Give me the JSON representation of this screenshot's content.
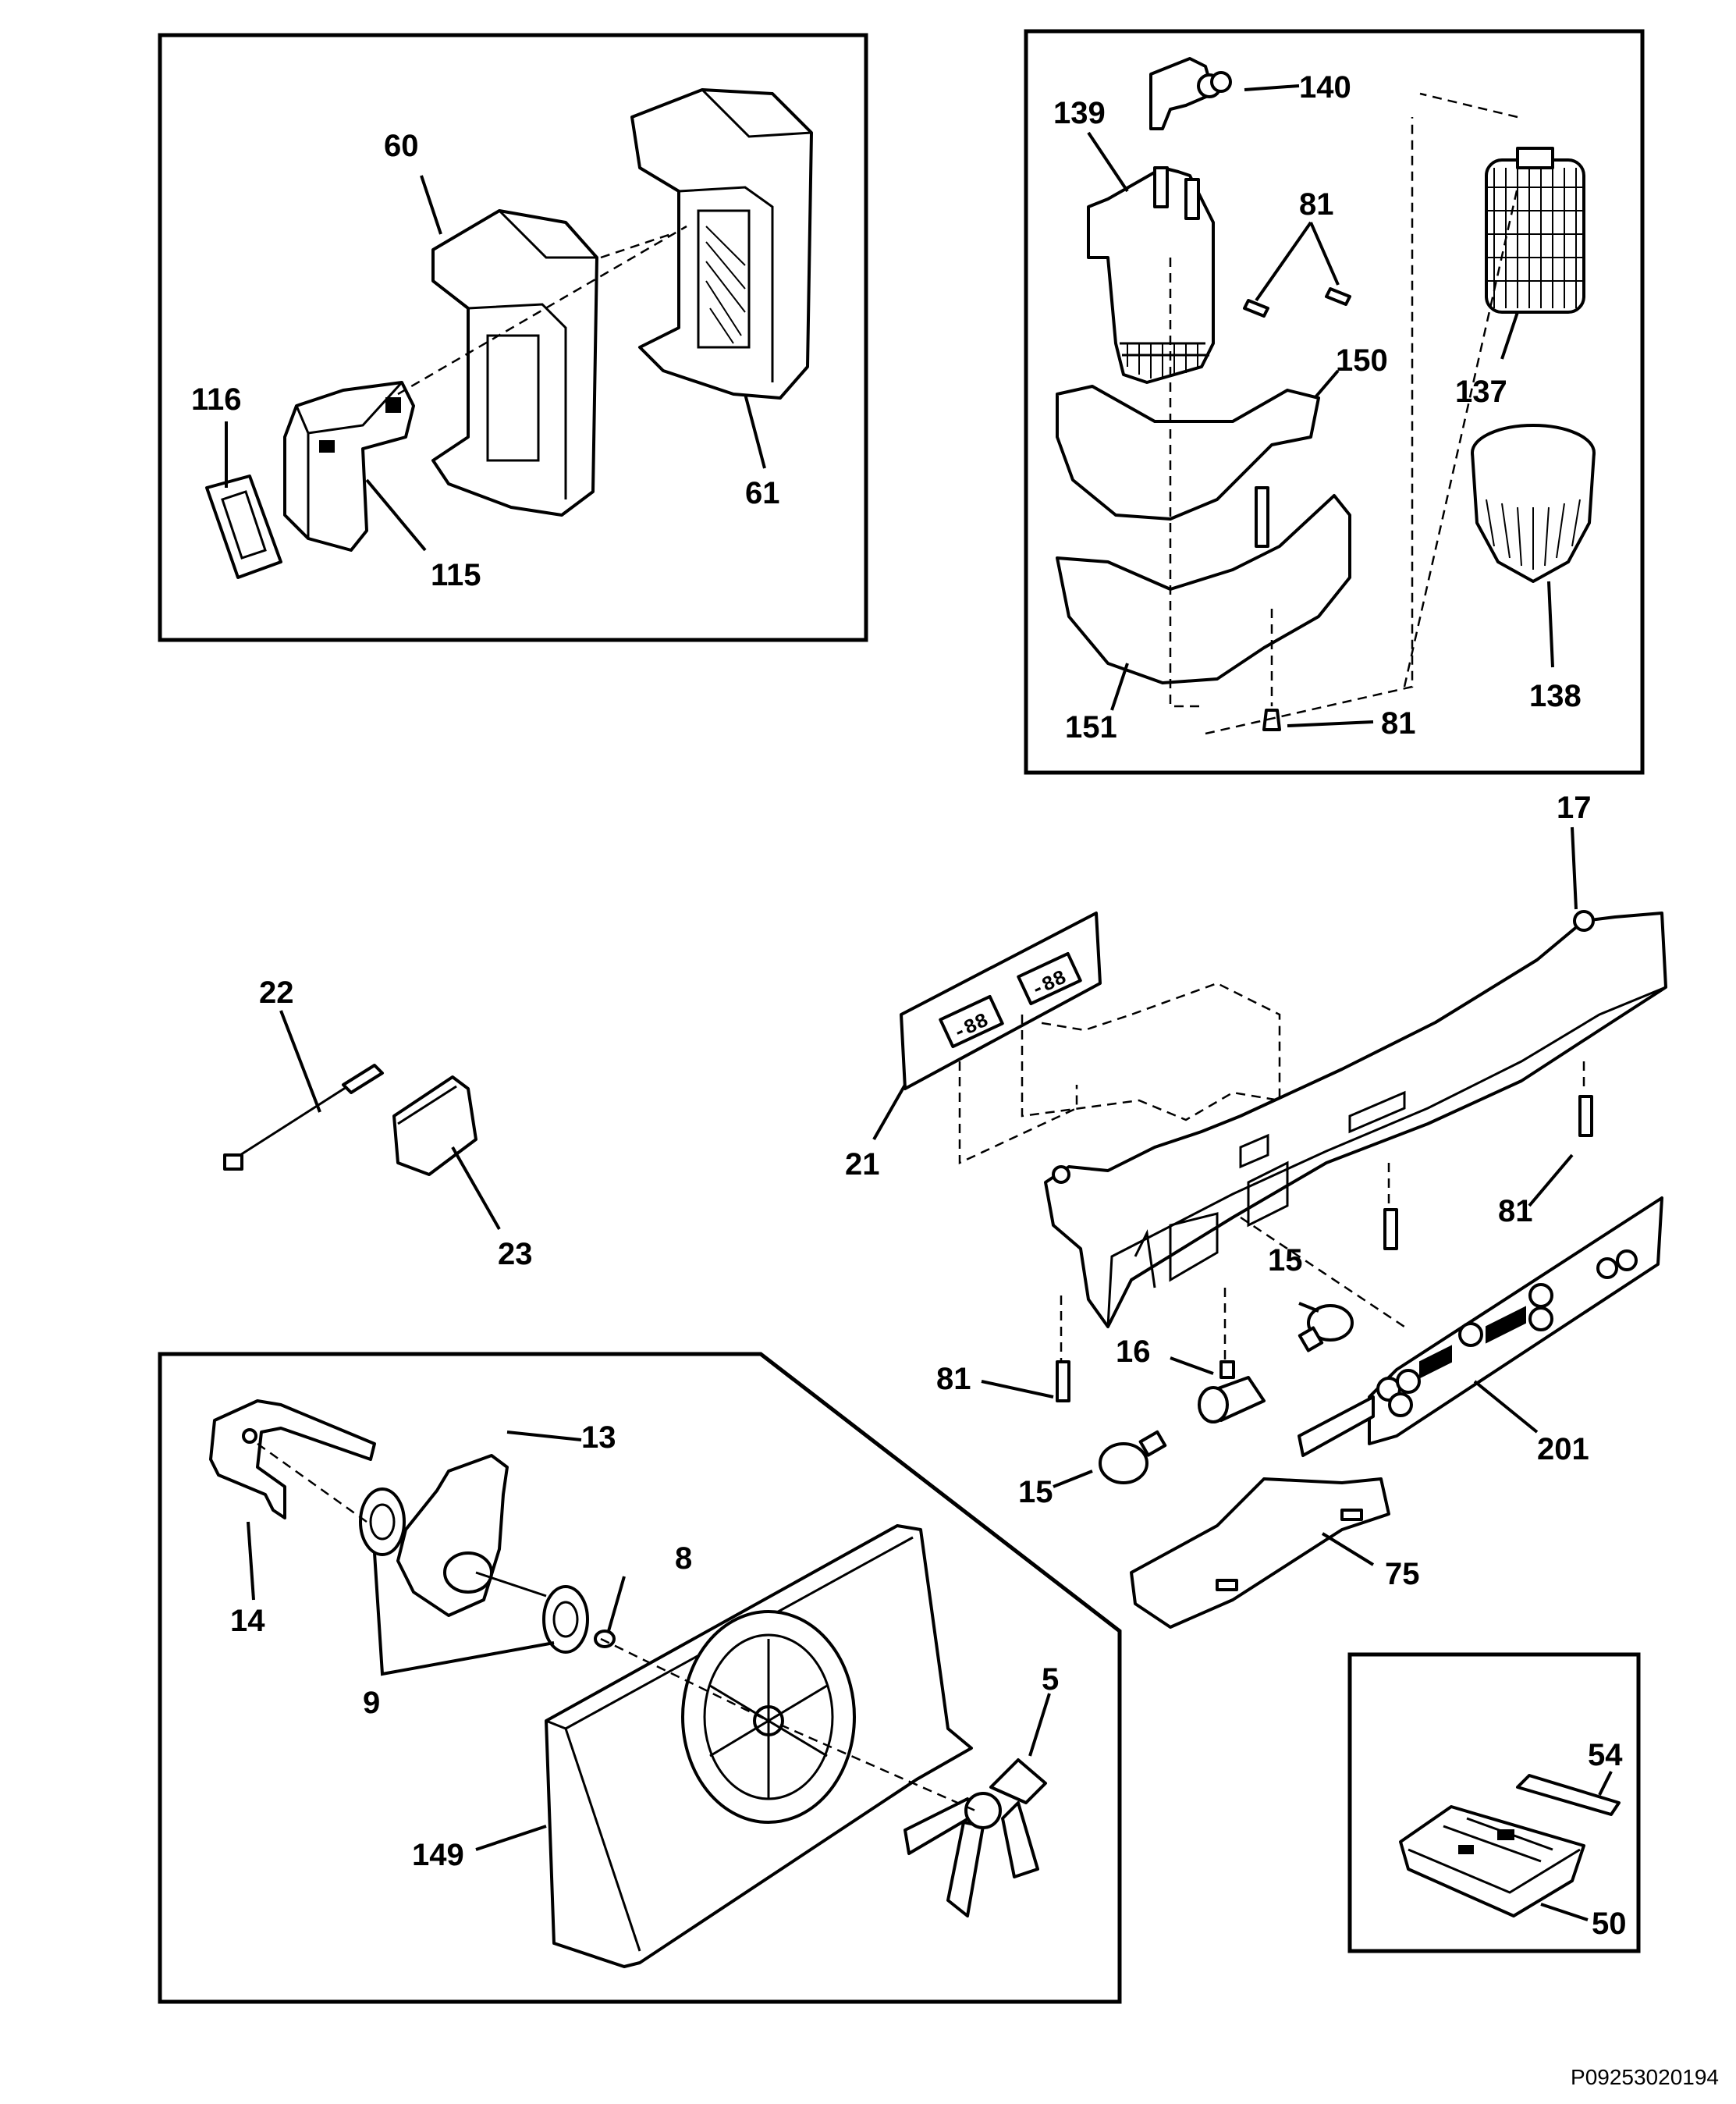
{
  "panels": [
    {
      "id": "top-left",
      "labels": [
        "60",
        "61",
        "116",
        "115"
      ]
    },
    {
      "id": "top-right",
      "labels": [
        "139",
        "140",
        "81",
        "150",
        "137",
        "138",
        "151",
        "81"
      ]
    },
    {
      "id": "bottom-left",
      "labels": [
        "13",
        "14",
        "8",
        "9",
        "5",
        "149"
      ]
    },
    {
      "id": "bottom-right",
      "labels": [
        "54",
        "50"
      ]
    }
  ],
  "callouts": {
    "c60": "60",
    "c61": "61",
    "c116": "116",
    "c115": "115",
    "c139": "139",
    "c140": "140",
    "c81a": "81",
    "c150": "150",
    "c137": "137",
    "c138": "138",
    "c151": "151",
    "c81b": "81",
    "c17": "17",
    "c22": "22",
    "c23": "23",
    "c21": "21",
    "c81c": "81",
    "c15a": "15",
    "c16": "16",
    "c81d": "81",
    "c201": "201",
    "c15b": "15",
    "c75": "75",
    "c13": "13",
    "c14": "14",
    "c8": "8",
    "c9": "9",
    "c5": "5",
    "c149": "149",
    "c54": "54",
    "c50": "50"
  },
  "display_readouts": [
    "-88",
    "-88"
  ],
  "document_id": "P09253020194"
}
